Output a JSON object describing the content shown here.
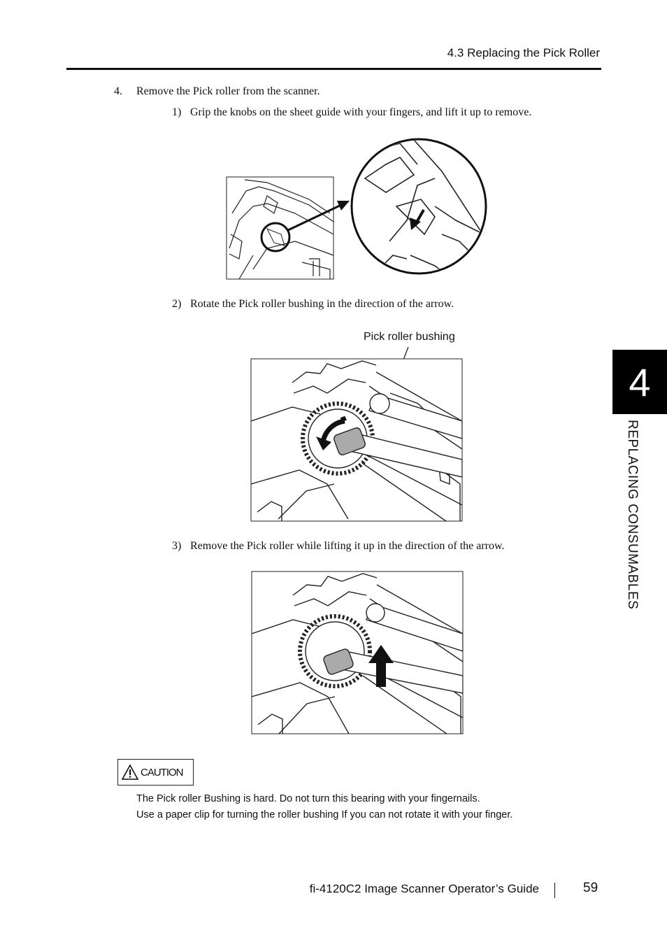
{
  "header": {
    "section_title": "4.3 Replacing the Pick Roller"
  },
  "step": {
    "number": "4.",
    "text": "Remove the Pick roller from the scanner.",
    "substeps": [
      {
        "number": "1)",
        "text": "Grip the knobs on the sheet guide with your fingers, and lift it up to remove."
      },
      {
        "number": "2)",
        "text": "Rotate the Pick roller bushing in the direction of the arrow."
      },
      {
        "number": "3)",
        "text": "Remove the Pick roller while lifting it up in the direction of the arrow."
      }
    ]
  },
  "figure2": {
    "callout": "Pick roller bushing"
  },
  "caution": {
    "label": "CAUTION",
    "lines": [
      "The Pick roller Bushing is hard. Do not turn this bearing with your fingernails.",
      "Use a paper clip for turning the roller bushing If you can not  rotate it  with your finger."
    ]
  },
  "chapter": {
    "number": "4",
    "title": "REPLACING CONSUMABLES"
  },
  "footer": {
    "guide_title": "fi-4120C2 Image Scanner Operator’s Guide",
    "page_number": "59"
  }
}
